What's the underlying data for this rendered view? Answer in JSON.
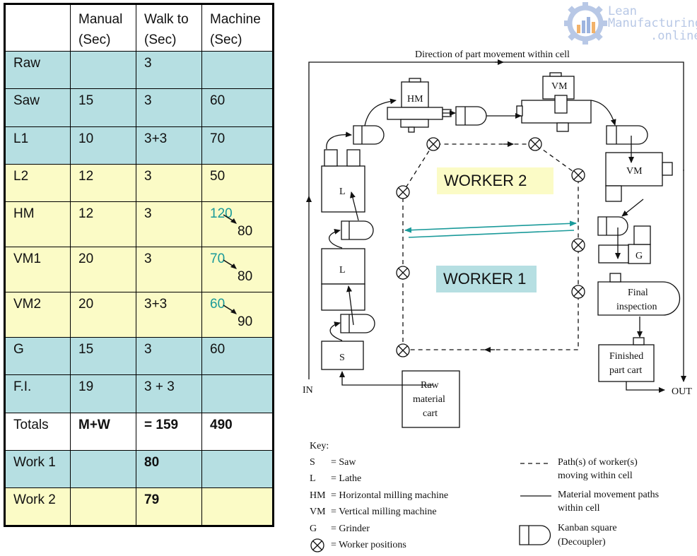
{
  "table": {
    "headers": [
      "",
      "Manual (Sec)",
      "Walk to (Sec)",
      "Machine (Sec)"
    ],
    "header_lines": [
      [
        "",
        ""
      ],
      [
        "Manual",
        "(Sec)"
      ],
      [
        "Walk to",
        "(Sec)"
      ],
      [
        "Machine",
        "(Sec)"
      ]
    ],
    "rows": [
      {
        "label": "Raw",
        "manual": "",
        "walk": "3",
        "machine": "",
        "machine2": ""
      },
      {
        "label": "Saw",
        "manual": "15",
        "walk": "3",
        "machine": "60",
        "machine2": ""
      },
      {
        "label": "L1",
        "manual": "10",
        "walk": "3+3",
        "machine": "70",
        "machine2": ""
      },
      {
        "label": "L2",
        "manual": "12",
        "walk": "3",
        "machine": "50",
        "machine2": ""
      },
      {
        "label": "HM",
        "manual": "12",
        "walk": "3",
        "machine": "120",
        "machine2": "80"
      },
      {
        "label": "VM1",
        "manual": "20",
        "walk": "3",
        "machine": "70",
        "machine2": "80"
      },
      {
        "label": "VM2",
        "manual": "20",
        "walk": "3+3",
        "machine": "60",
        "machine2": "90"
      },
      {
        "label": "G",
        "manual": "15",
        "walk": "3",
        "machine": "60",
        "machine2": ""
      },
      {
        "label": "F.I.",
        "manual": "19",
        "walk": "3 + 3",
        "machine": "",
        "machine2": ""
      }
    ],
    "totals": {
      "label": "Totals",
      "manual": "M+W",
      "walk": "= 159",
      "machine": "490"
    },
    "work1": {
      "label": "Work 1",
      "value": "80"
    },
    "work2": {
      "label": "Work 2",
      "value": "79"
    },
    "colors": {
      "blue": "#b6dfe2",
      "yellow": "#fbfbc6",
      "teal": "#1a9a9a"
    }
  },
  "logo": {
    "line1": "Lean",
    "line2": "Manufacturing",
    "line3": ".online"
  },
  "diagram": {
    "direction_label": "Direction of part movement within cell",
    "in_label": "IN",
    "out_label": "OUT",
    "machines": {
      "hm": "HM",
      "vm_top": "VM",
      "vm_right": "VM",
      "lathe1": "L",
      "lathe2": "L",
      "saw": "S",
      "grinder": "G",
      "final_inspection_1": "Final",
      "final_inspection_2": "inspection",
      "finished_cart_1": "Finished",
      "finished_cart_2": "part cart",
      "raw_cart_1": "Raw",
      "raw_cart_2": "material",
      "raw_cart_3": "cart"
    },
    "worker2": "WORKER 2",
    "worker1": "WORKER 1"
  },
  "key": {
    "title": "Key:",
    "items": [
      {
        "sym": "S",
        "desc": "= Saw"
      },
      {
        "sym": "L",
        "desc": "= Lathe"
      },
      {
        "sym": "HM",
        "desc": "= Horizontal milling machine"
      },
      {
        "sym": "VM",
        "desc": "= Vertical milling machine"
      },
      {
        "sym": "G",
        "desc": "= Grinder"
      },
      {
        "sym": "",
        "desc": "= Worker positions"
      }
    ],
    "legend": [
      {
        "line1": "Path(s) of worker(s)",
        "line2": "moving within cell"
      },
      {
        "line1": "Material movement paths",
        "line2": "within cell"
      },
      {
        "line1": "Kanban square",
        "line2": "(Decoupler)"
      }
    ]
  }
}
